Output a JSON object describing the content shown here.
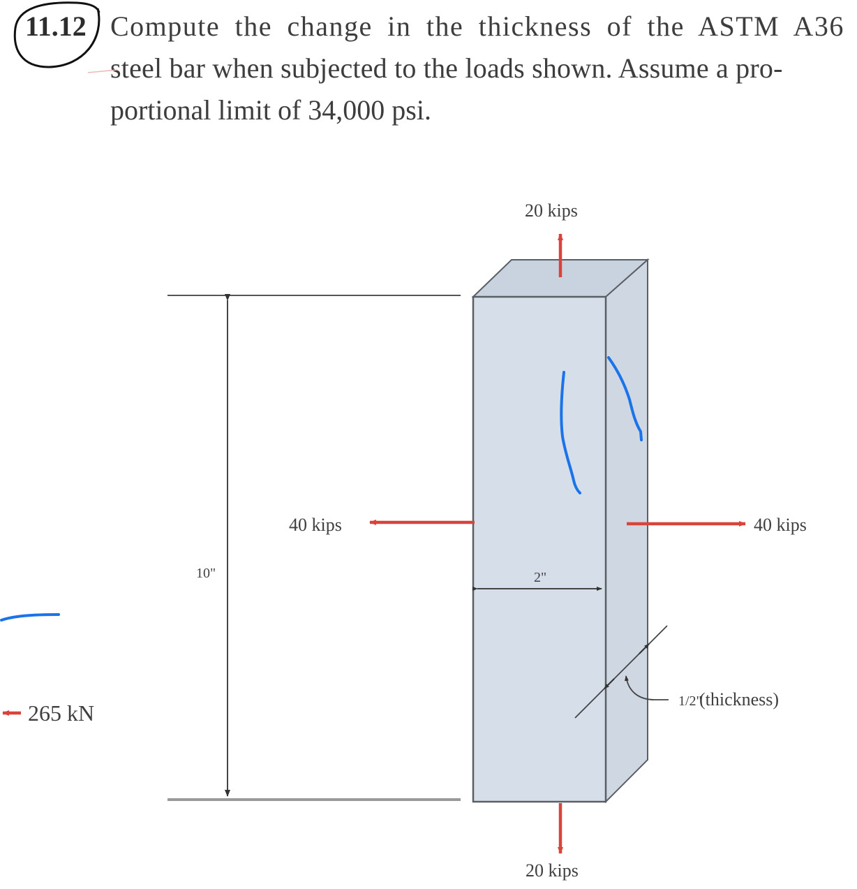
{
  "problem": {
    "number": "11.12",
    "text_lines": [
      "Compute the change in the thickness of the ASTM A36",
      "steel bar when subjected to the loads shown. Assume a pro-",
      "portional limit of 34,000 psi."
    ]
  },
  "figure": {
    "load_top": "20 kips",
    "load_bottom": "20 kips",
    "load_left": "40 kips",
    "load_right": "40 kips",
    "height_dim": "10\"",
    "width_dim": "2\"",
    "thickness_dim": "1/2\"",
    "thickness_note": "(thickness)",
    "side_note": "265 kN"
  },
  "colors": {
    "bar_fill": "#d6dee9",
    "bar_edge": "#5a5f66",
    "arrow": "#d9443a",
    "ink_blue": "#1a73e8",
    "ink_black": "#111111"
  }
}
